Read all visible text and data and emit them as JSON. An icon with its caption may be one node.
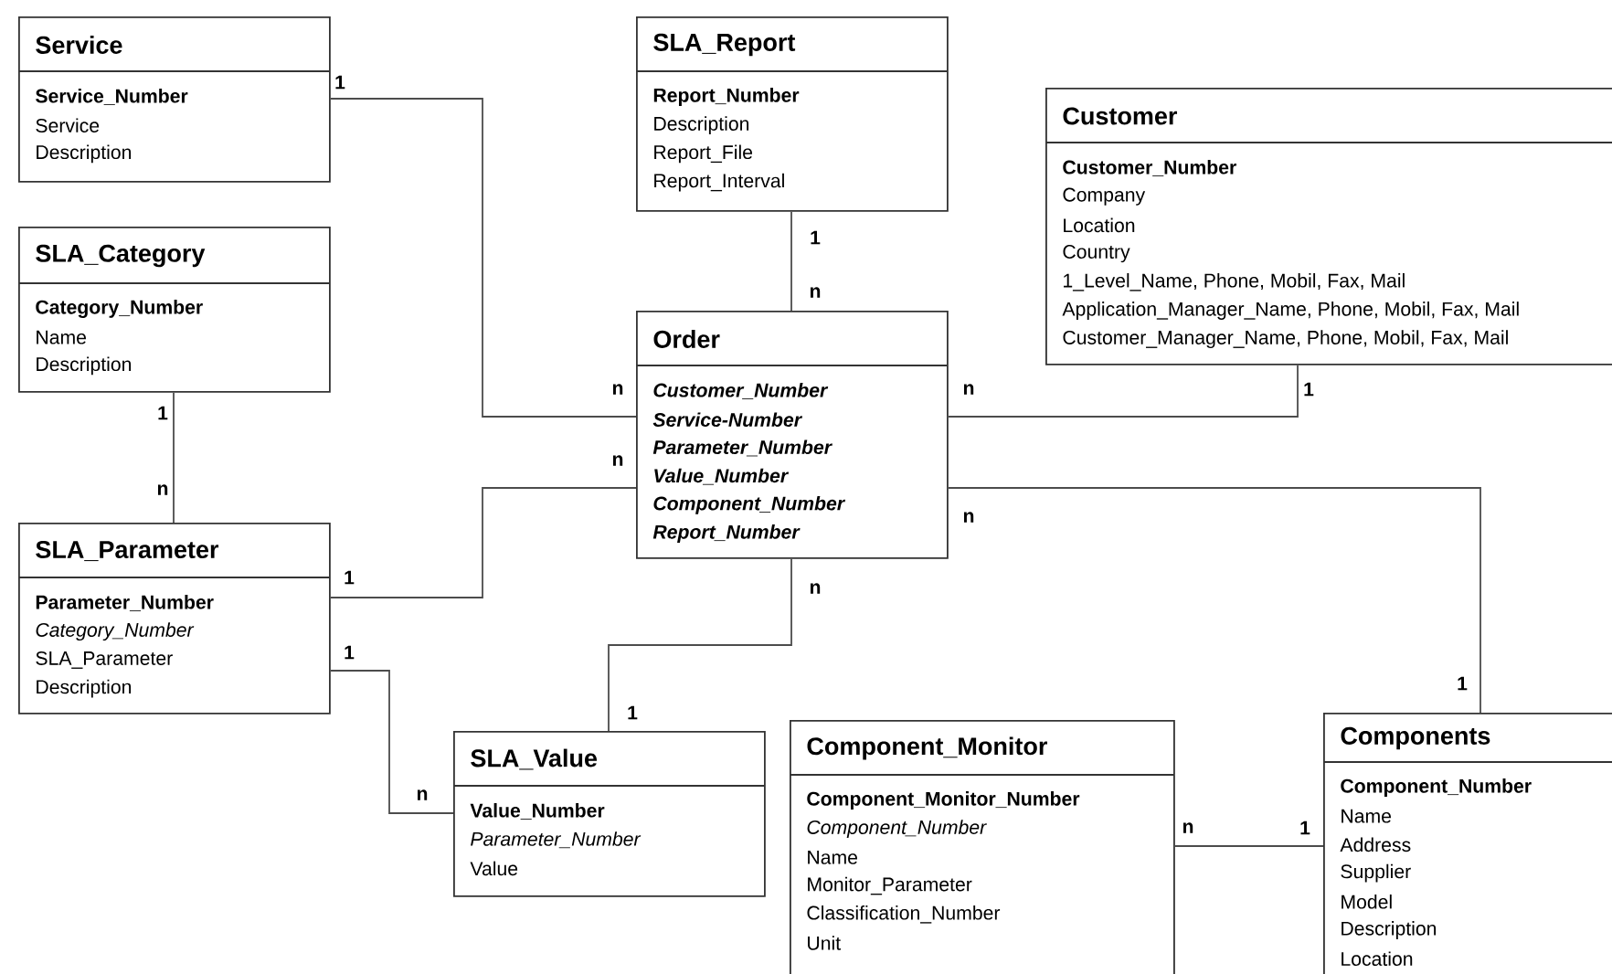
{
  "diagram": {
    "nodes": [
      {
        "text": [
          "Service",
          "Service_Number",
          "Service",
          "Description"
        ]
      },
      {
        "text": [
          "SLA_Report",
          "Report_Number",
          "Description",
          "Report_File",
          "Report_Interval"
        ]
      },
      {
        "text": [
          "Customer",
          "Customer_Number",
          "Company",
          "Location",
          "Country",
          "1_Level_Name, Phone,  Mobil, Fax, Mail",
          "Application_Manager_Name, Phone, Mobil, Fax, Mail",
          "Customer_Manager_Name, Phone, Mobil, Fax, Mail"
        ]
      },
      {
        "text": [
          "SLA_Category",
          "Category_Number",
          "Name",
          "Description"
        ]
      },
      {
        "text": [
          "Order",
          "Customer_Number",
          "Service-Number",
          "Parameter_Number",
          "Value_Number",
          "Component_Number",
          "Report_Number"
        ]
      },
      {
        "text": [
          "SLA_Parameter",
          "Parameter_Number",
          "Category_Number",
          "SLA_Parameter",
          "Description"
        ]
      },
      {
        "text": [
          "SLA_Value",
          "Value_Number",
          "Parameter_Number",
          "Value"
        ]
      },
      {
        "text": [
          "Component_Monitor",
          "Component_Monitor_Number",
          "Component_Number",
          "Name",
          "Monitor_Parameter",
          "Classification_Number",
          "Unit"
        ]
      },
      {
        "text": [
          "Components",
          "Component_Number",
          "Name",
          "Address",
          "Supplier",
          "Model",
          "Description",
          "Location"
        ]
      }
    ],
    "edges": [
      {
        "from": 0,
        "to": 4,
        "arrow": "none"
      },
      {
        "from": 1,
        "to": 4,
        "arrow": "none"
      },
      {
        "from": 2,
        "to": 4,
        "arrow": "none"
      },
      {
        "from": 3,
        "to": 5,
        "arrow": "none"
      },
      {
        "from": 5,
        "to": 4,
        "arrow": "none"
      },
      {
        "from": 4,
        "to": 6,
        "arrow": "none"
      },
      {
        "from": 4,
        "to": 8,
        "arrow": "none"
      },
      {
        "from": 5,
        "to": 6,
        "arrow": "none"
      },
      {
        "from": 7,
        "to": 8,
        "arrow": "none"
      }
    ],
    "labels": [
      "1",
      "1",
      "n",
      "1",
      "n",
      "n",
      "1",
      "n",
      "n",
      "n",
      "1",
      "n",
      "1",
      "1",
      "1",
      "n",
      "n",
      "1"
    ]
  }
}
